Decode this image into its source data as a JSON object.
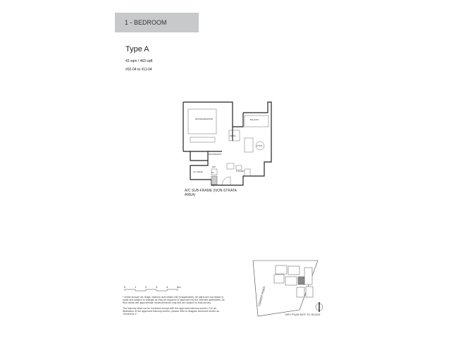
{
  "header": {
    "title": "1 - BEDROOM"
  },
  "unit": {
    "type": "Type A",
    "area": "43 sqm / 463 sqft",
    "units": "#02-04 to #11-04"
  },
  "rooms": {
    "master_bedroom": "MASTER BEDROOM",
    "balcony": "BALCONY",
    "dining": "DINING",
    "living": "LIVING",
    "master_bath": "MASTER BATH",
    "kitchen": "KITCHEN",
    "ac_ledge": "A/C LEDGE",
    "wm": "WM",
    "df": "DF",
    "ac_subframe": "A/C SUB-FRAME (NON-STRATA AREA)"
  },
  "scale": {
    "ticks": [
      "0",
      "1",
      "2",
      "3",
      "4",
      "5m"
    ]
  },
  "notes": {
    "n1": "Areas include a/c ledge, balcony and strata void (if applicable). All plans are not drawn to scale and subject to change as may be required or approved by the relevant authorities. All floor areas are approximate measurements only and are subject to final survey.",
    "n1_marker": "*",
    "n2": "The balcony shall not be enclosed except with the approved balcony screen. For an illustration of the approved balcony screen, please refer to diagram annexed hereto as \"Annexure 1\"."
  },
  "key_plan": {
    "road": "FARRER ROAD",
    "caption": "KEY PLAN NOT TO SCALE"
  }
}
